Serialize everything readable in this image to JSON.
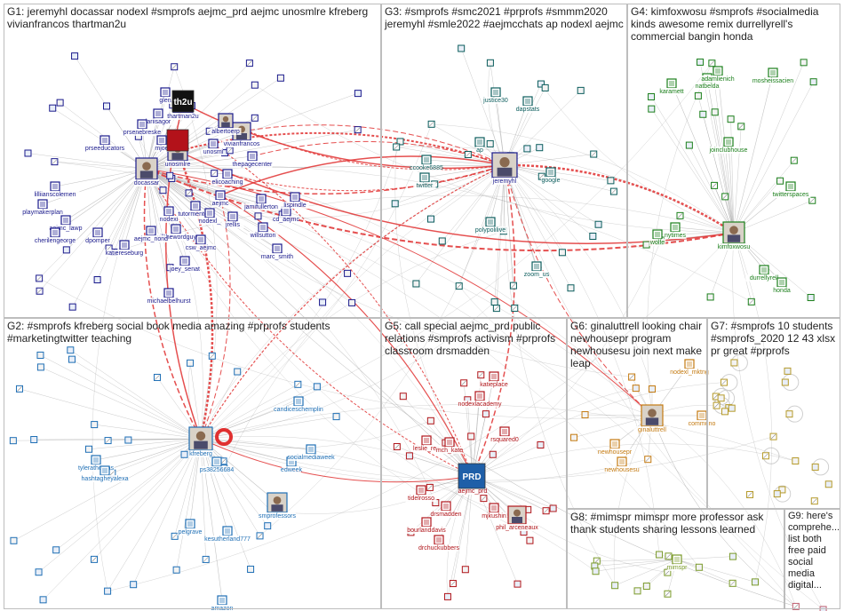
{
  "groups": [
    {
      "id": "G1",
      "title": "G1: jeremyhl docassar nodexl #smprofs aejmc_prd aejmc unosmlre kfreberg\nvivianfrancos thartman2u"
    },
    {
      "id": "G2",
      "title": "G2: #smprofs kfreberg social book media amazing #prprofs students\n#marketingtwitter teaching"
    },
    {
      "id": "G3",
      "title": "G3: #smprofs #smc2021 #prprofs #smmm2020\njeremyhl #smle2022 #aejmcchats ap nodexl aejmc"
    },
    {
      "id": "G4",
      "title": "G4: kimfoxwosu #smprofs #socialmedia\nkinds awesome remix durrellyrell's\ncommercial bangin honda"
    },
    {
      "id": "G5",
      "title": "G5: call special aejmc_prd public\nrelations #smprofs activism #prprofs\nclassroom drsmadden"
    },
    {
      "id": "G6",
      "title": "G6: ginaluttrell looking chair\nnewhousepr program\nnewhousesu join next make\nleap"
    },
    {
      "id": "G7",
      "title": "G7: #smprofs 10 students\n#smprofs_2020 12 43 xlsx\npr great #prprofs"
    },
    {
      "id": "G8",
      "title": "G8: #mimspr mimspr more professor ask\nthank students sharing lessons learned"
    },
    {
      "id": "G9",
      "title": "G9: here's\ncomprehe...\nlist both\nfree paid\nsocial\nmedia\ndigital..."
    }
  ],
  "nodes": {
    "G1": [
      "jeremyhl",
      "docassar",
      "nodexl",
      "unosmlre",
      "unosmi",
      "thartman2u",
      "vivianfrancos",
      "albertoerp",
      "thepagecenter",
      "aejmc",
      "aejmc_prd",
      "elicoaching",
      "lariisagor",
      "prsenebreske",
      "prseeducators",
      "mjoe",
      "glen",
      "tutormentors",
      "willthewordguy",
      "csw_aejmc",
      "jrellis",
      "willsutton",
      "marc_smith",
      "jamifullerton",
      "cd_aejmc",
      "lispindle",
      "nodexl_",
      "lilliianscolemen",
      "playmakerplan",
      "aejmc_lawp",
      "cherilengeorge",
      "dpomper",
      "katiereseburg",
      "aejmc_nond",
      "joey_senat",
      "michaelbelhurst"
    ],
    "G2": [
      "kfreberg",
      "candiceschemplin",
      "smprofessors",
      "edweek",
      "socialmediaweek",
      "ps38256684",
      "tylerathomas",
      "hashtagheyalexa",
      "pelgrave",
      "kesutherland777",
      "amazon"
    ],
    "G3": [
      "justice30",
      "dapstats",
      "ap",
      "ccooke6885",
      "twitter",
      "google",
      "polypolilive",
      "zoom_us"
    ],
    "G4": [
      "kimfoxwosu",
      "nytimes",
      "wolfe",
      "karamett",
      "natbelda",
      "adamlienich",
      "mosheissacien",
      "joinclubhouse",
      "twitterspaces",
      "durrellyrell",
      "honda"
    ],
    "G5": [
      "aejmc_prd",
      "nodexlacademy",
      "katieplace",
      "leslie_rea",
      "mch_kate",
      "rsquared0",
      "tidelrosso",
      "drsmadden",
      "bourlanddavis",
      "mjkushin",
      "drchuckubbers",
      "phil_arceneaux"
    ],
    "G6": [
      "ginaluttrell",
      "nodexl_mktng",
      "communo",
      "newhousesu",
      "newhousepr"
    ],
    "G7": [],
    "G8": [
      "mimspr"
    ],
    "G9": []
  },
  "colors": {
    "edge_gray": "#9e9e9e",
    "edge_red": "#e03030",
    "G1": "#1a1a8c",
    "G2": "#1f6fb5",
    "G3": "#0a5c5c",
    "G4": "#1b7f1b",
    "G5": "#b0151a",
    "G6": "#c47a10",
    "G7": "#b59a2a",
    "G8": "#7a9a2a",
    "G9": "#c06070"
  }
}
